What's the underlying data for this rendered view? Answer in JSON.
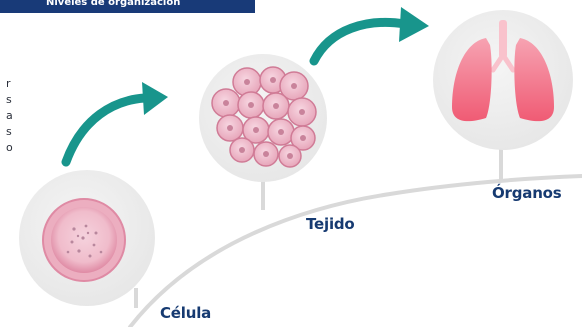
{
  "title_banner": {
    "text": "Niveles de organización"
  },
  "side_text": {
    "letters": [
      "r",
      "s",
      "a",
      "s",
      "o"
    ]
  },
  "stages": [
    {
      "label": "Célula",
      "icon": "cell-icon"
    },
    {
      "label": "Tejido",
      "icon": "tissue-icon"
    },
    {
      "label": "Órganos",
      "icon": "lungs-icon"
    }
  ],
  "colors": {
    "banner": "#183a78",
    "label": "#163a71",
    "arrow": "#18958c",
    "circle_fill": "#efefef",
    "path": "#d9d9d9",
    "cell_pink": "#e9a1b5",
    "lung_pink": "#f05d75"
  }
}
